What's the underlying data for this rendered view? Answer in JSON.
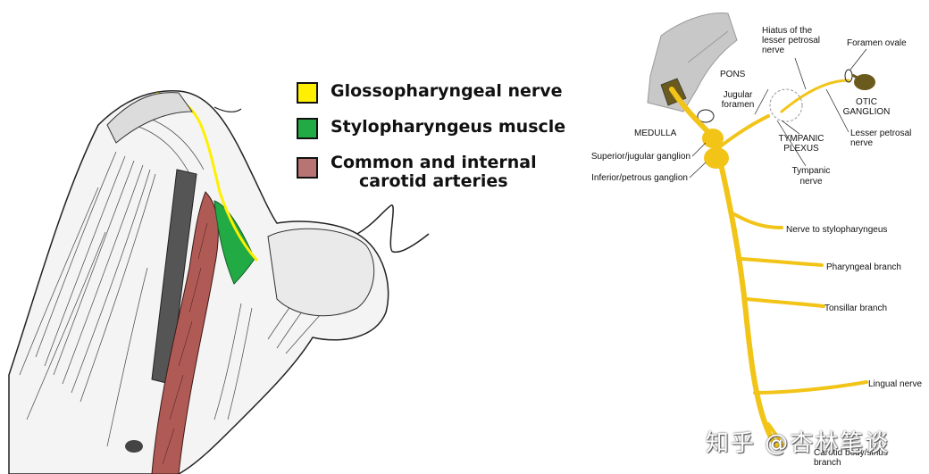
{
  "legend": {
    "items": [
      {
        "label": "Glossopharyngeal nerve",
        "color": "#ffef00"
      },
      {
        "label": "Stylopharyngeus muscle",
        "color": "#22aa44"
      },
      {
        "label_line1": "Common and internal",
        "label_line2": "carotid arteries",
        "color": "#b87373"
      }
    ]
  },
  "diagram_labels": {
    "pons": "PONS",
    "medulla": "MEDULLA",
    "jugular_foramen_1": "Jugular",
    "jugular_foramen_2": "foramen",
    "hiatus_1": "Hiatus of the",
    "hiatus_2": "lesser petrosal",
    "hiatus_3": "nerve",
    "foramen_ovale": "Foramen ovale",
    "otic_1": "OTIC",
    "otic_2": "GANGLION",
    "lesser_petrosal_1": "Lesser petrosal",
    "lesser_petrosal_2": "nerve",
    "tympanic_plexus_1": "TYMPANIC",
    "tympanic_plexus_2": "PLEXUS",
    "tympanic_nerve_1": "Tympanic",
    "tympanic_nerve_2": "nerve",
    "superior_ganglion": "Superior/jugular ganglion",
    "inferior_ganglion": "Inferior/petrous ganglion",
    "stylopharyngeus_nerve": "Nerve to stylopharyngeus",
    "pharyngeal_branch": "Pharyngeal branch",
    "tonsillar_branch": "Tonsillar branch",
    "lingual_nerve": "Lingual nerve",
    "carotid_1": "Carotid body/sinus",
    "carotid_2": "branch"
  },
  "watermark": "知乎 @杏林笔谈",
  "colors": {
    "nerve": "#f2c418",
    "muscle": "#22aa44",
    "artery": "#b05a55",
    "brainstem": "#c8c8c8",
    "nucleus": "#6b5a1e"
  }
}
